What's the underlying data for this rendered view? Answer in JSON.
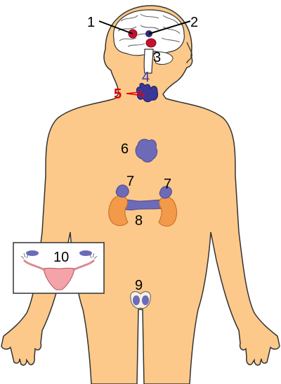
{
  "labels": {
    "l1": "1",
    "l2": "2",
    "l3": "3",
    "l4": "4",
    "l5": "5",
    "l6": "6",
    "l7a": "7",
    "l7b": "7",
    "l8": "8",
    "l9": "9",
    "l10": "10"
  },
  "colors": {
    "skin": "#fcc98a",
    "outline": "#333333",
    "brain_fill": "#ffffff",
    "gland_purple": "#6d6bb8",
    "gland_red": "#c8102e",
    "kidney": "#f2994a",
    "thyroid_dark": "#2e2b7a",
    "uterus": "#f4a3a8",
    "label_black": "#000000",
    "label_blue": "#3a3aa8",
    "label_red": "#e00000"
  }
}
